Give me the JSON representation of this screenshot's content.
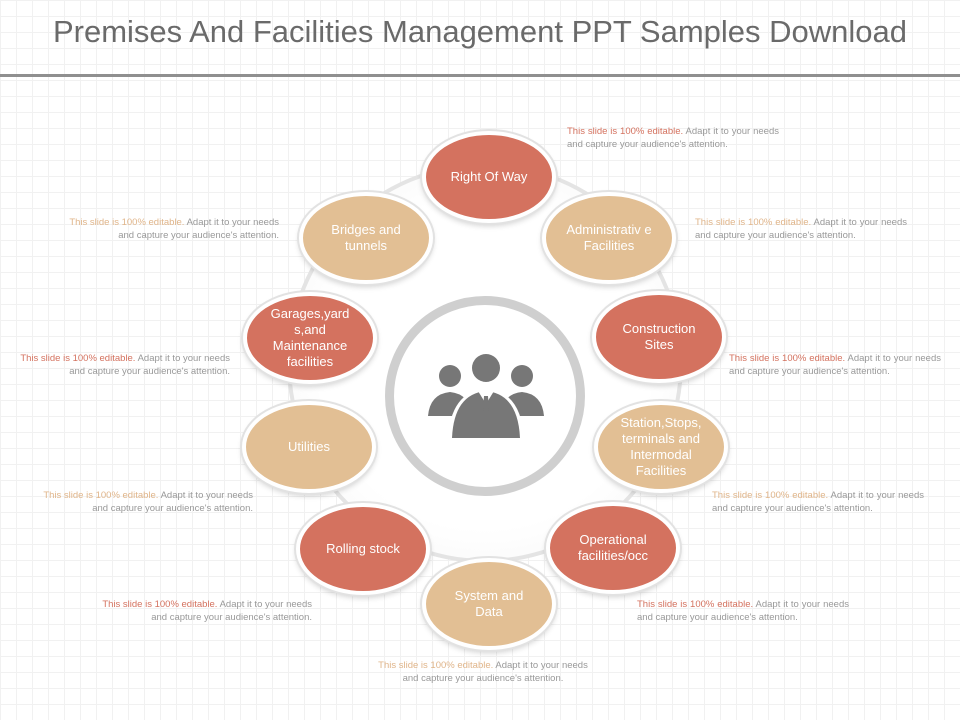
{
  "slide": {
    "title": "Premises And Facilities Management PPT Samples Download"
  },
  "colors": {
    "red": "#d4725f",
    "tan": "#e2bf94",
    "title_text": "#6a6a6a",
    "hub_ring": "#cfcfcf",
    "icon": "#777777"
  },
  "hub_icon": "people-group-icon",
  "nodes": [
    {
      "label": "Right Of Way",
      "tone": "red"
    },
    {
      "label": "Administrativ e Facilities",
      "tone": "tan"
    },
    {
      "label": "Construction Sites",
      "tone": "red"
    },
    {
      "label": "Station,Stops, terminals and Intermodal Facilities",
      "tone": "tan"
    },
    {
      "label": "Operational facilities/occ",
      "tone": "red"
    },
    {
      "label": "System and Data",
      "tone": "tan"
    },
    {
      "label": "Rolling stock",
      "tone": "red"
    },
    {
      "label": "Utilities",
      "tone": "tan"
    },
    {
      "label": "Garages,yard s,and Maintenance facilities",
      "tone": "red"
    },
    {
      "label": "Bridges and tunnels",
      "tone": "tan"
    }
  ],
  "descriptions": [
    {
      "lead": "This slide is 100% editable.",
      "rest": "Adapt it to your needs and capture your audience's attention.",
      "tone": "red"
    },
    {
      "lead": "This slide is 100% editable.",
      "rest": "Adapt it to your needs and capture your audience's attention.",
      "tone": "tan"
    },
    {
      "lead": "This slide is 100% editable.",
      "rest": "Adapt it to your needs and capture your audience's attention.",
      "tone": "red"
    },
    {
      "lead": "This slide is 100% editable.",
      "rest": "Adapt it to your needs and capture your audience's attention.",
      "tone": "tan"
    },
    {
      "lead": "This slide is 100% editable.",
      "rest": "Adapt it to your needs and capture your audience's attention.",
      "tone": "red"
    },
    {
      "lead": "This slide is 100% editable.",
      "rest": "Adapt it to your needs and capture your audience's attention.",
      "tone": "tan"
    },
    {
      "lead": "This slide is 100% editable.",
      "rest": "Adapt it to your needs and capture your audience's attention.",
      "tone": "red"
    },
    {
      "lead": "This slide is 100% editable.",
      "rest": "Adapt it to your needs and capture your audience's attention.",
      "tone": "tan"
    },
    {
      "lead": "This slide is 100% editable.",
      "rest": "Adapt it to your needs and capture your audience's attention.",
      "tone": "red"
    },
    {
      "lead": "This slide is 100% editable.",
      "rest": "Adapt it to your needs and capture your audience's attention.",
      "tone": "tan"
    }
  ]
}
